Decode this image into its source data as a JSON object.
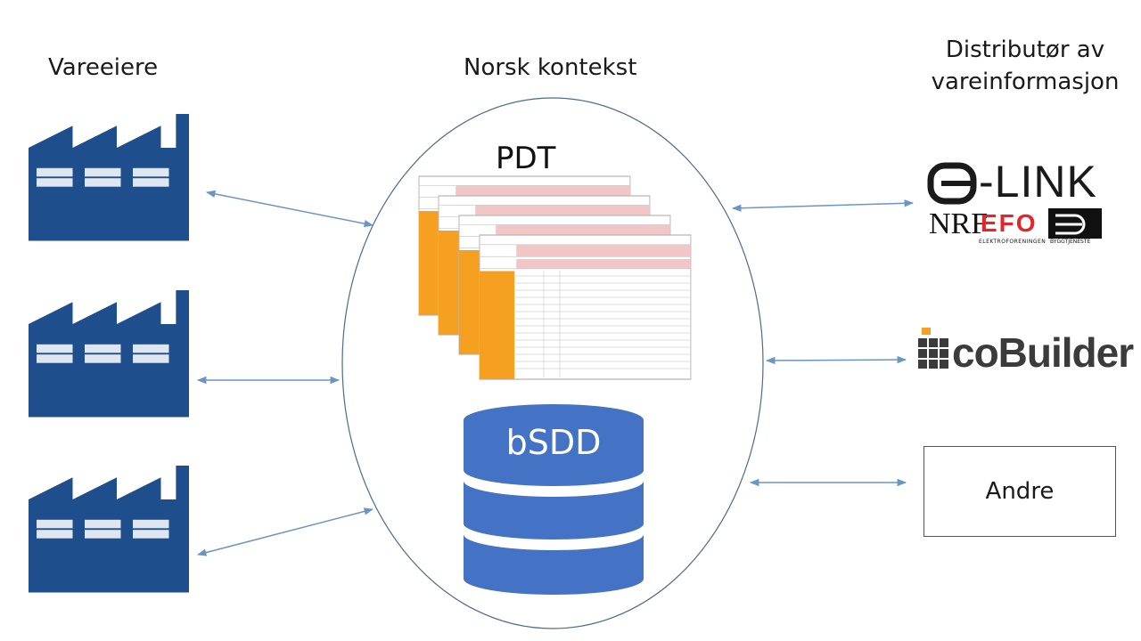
{
  "headers": {
    "left": "Vareeiere",
    "center": "Norsk kontekst",
    "right_line1": "Distributør av",
    "right_line2": "vareinformasjon"
  },
  "center": {
    "pdt_label": "PDT",
    "database_label": "bSDD"
  },
  "distributors": {
    "blink_logo_text": "-LINK",
    "nrf_logo_text": "NRF",
    "efo_logo_text": "EFO",
    "efo_caption": "ELEKTROFORENINGEN",
    "bygg_caption": "BYGGTJENESTE",
    "cobuilder_logo_text": "coBuilder",
    "other_label": "Andre"
  },
  "icons": {
    "factory": "factory-icon",
    "database": "database-icon",
    "document": "spreadsheet-document-icon"
  },
  "colors": {
    "factory_fill": "#1f4e8c",
    "factory_window": "#dfe6f0",
    "database_fill": "#4472c4",
    "arrow": "#6b95c2",
    "doc_header": "#f2c6c6",
    "doc_orange": "#f5a020",
    "efo_red": "#e8242b"
  }
}
